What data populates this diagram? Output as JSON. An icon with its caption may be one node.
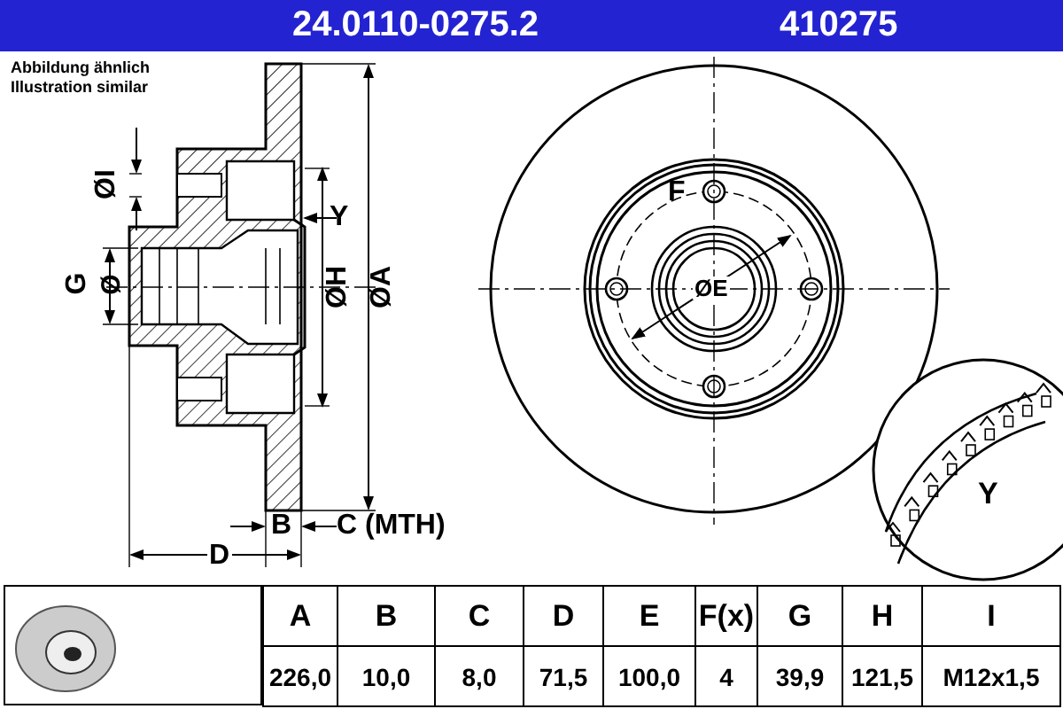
{
  "diagram": {
    "title": "24.0110-0275.2",
    "labels": [
      "410275",
      "Abbildung ähnlich Illustration similar",
      "ØI",
      "Y",
      "G",
      "Ø",
      "ØH",
      "ØA",
      "B",
      "C (MTH)",
      "D",
      "F",
      "ØE",
      "Y",
      "A",
      "B",
      "C",
      "D",
      "E",
      "F(x)",
      "G",
      "H",
      "I",
      "226,0",
      "10,0",
      "8,0",
      "71,5",
      "100,0",
      "4",
      "39,9",
      "121,5",
      "M12x1,5"
    ]
  }
}
